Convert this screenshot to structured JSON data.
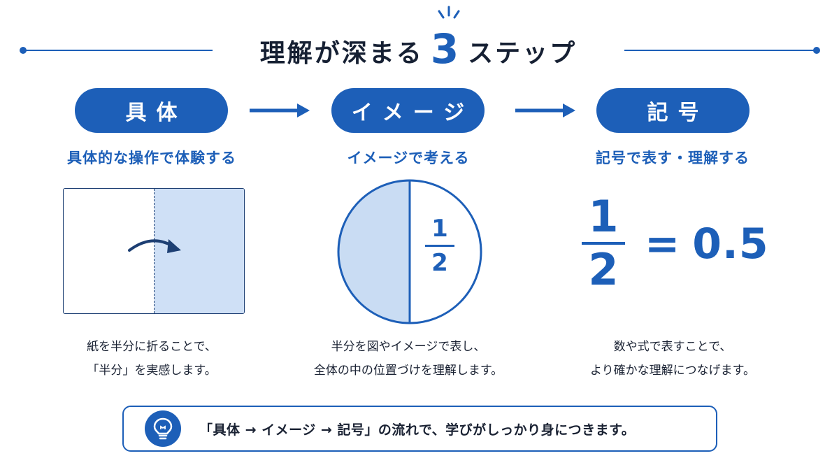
{
  "title": {
    "prefix": "理解が深まる",
    "number": "3",
    "suffix": "ステップ"
  },
  "steps": [
    {
      "label": "具体",
      "subtitle": "具体的な操作で体験する",
      "desc_line1": "紙を半分に折ることで、",
      "desc_line2": "「半分」を実感します。"
    },
    {
      "label": "イメージ",
      "subtitle": "イメージで考える",
      "desc_line1": "半分を図やイメージで表し、",
      "desc_line2": "全体の中の位置づけを理解します。"
    },
    {
      "label": "記号",
      "subtitle": "記号で表す・理解する",
      "desc_line1": "数や式で表すことで、",
      "desc_line2": "より確かな理解につなげます。"
    }
  ],
  "circle_fraction": {
    "numerator": "1",
    "denominator": "2"
  },
  "equation": {
    "numerator": "1",
    "denominator": "2",
    "equals": "=",
    "result": "0.5"
  },
  "note": {
    "text": "「具体 → イメージ → 記号」の流れで、学びがしっかり身につきます。",
    "icon": "lightbulb-icon"
  },
  "colors": {
    "accent": "#1d5fb8",
    "light_fill": "#cfe0f6",
    "text": "#1a2233"
  }
}
